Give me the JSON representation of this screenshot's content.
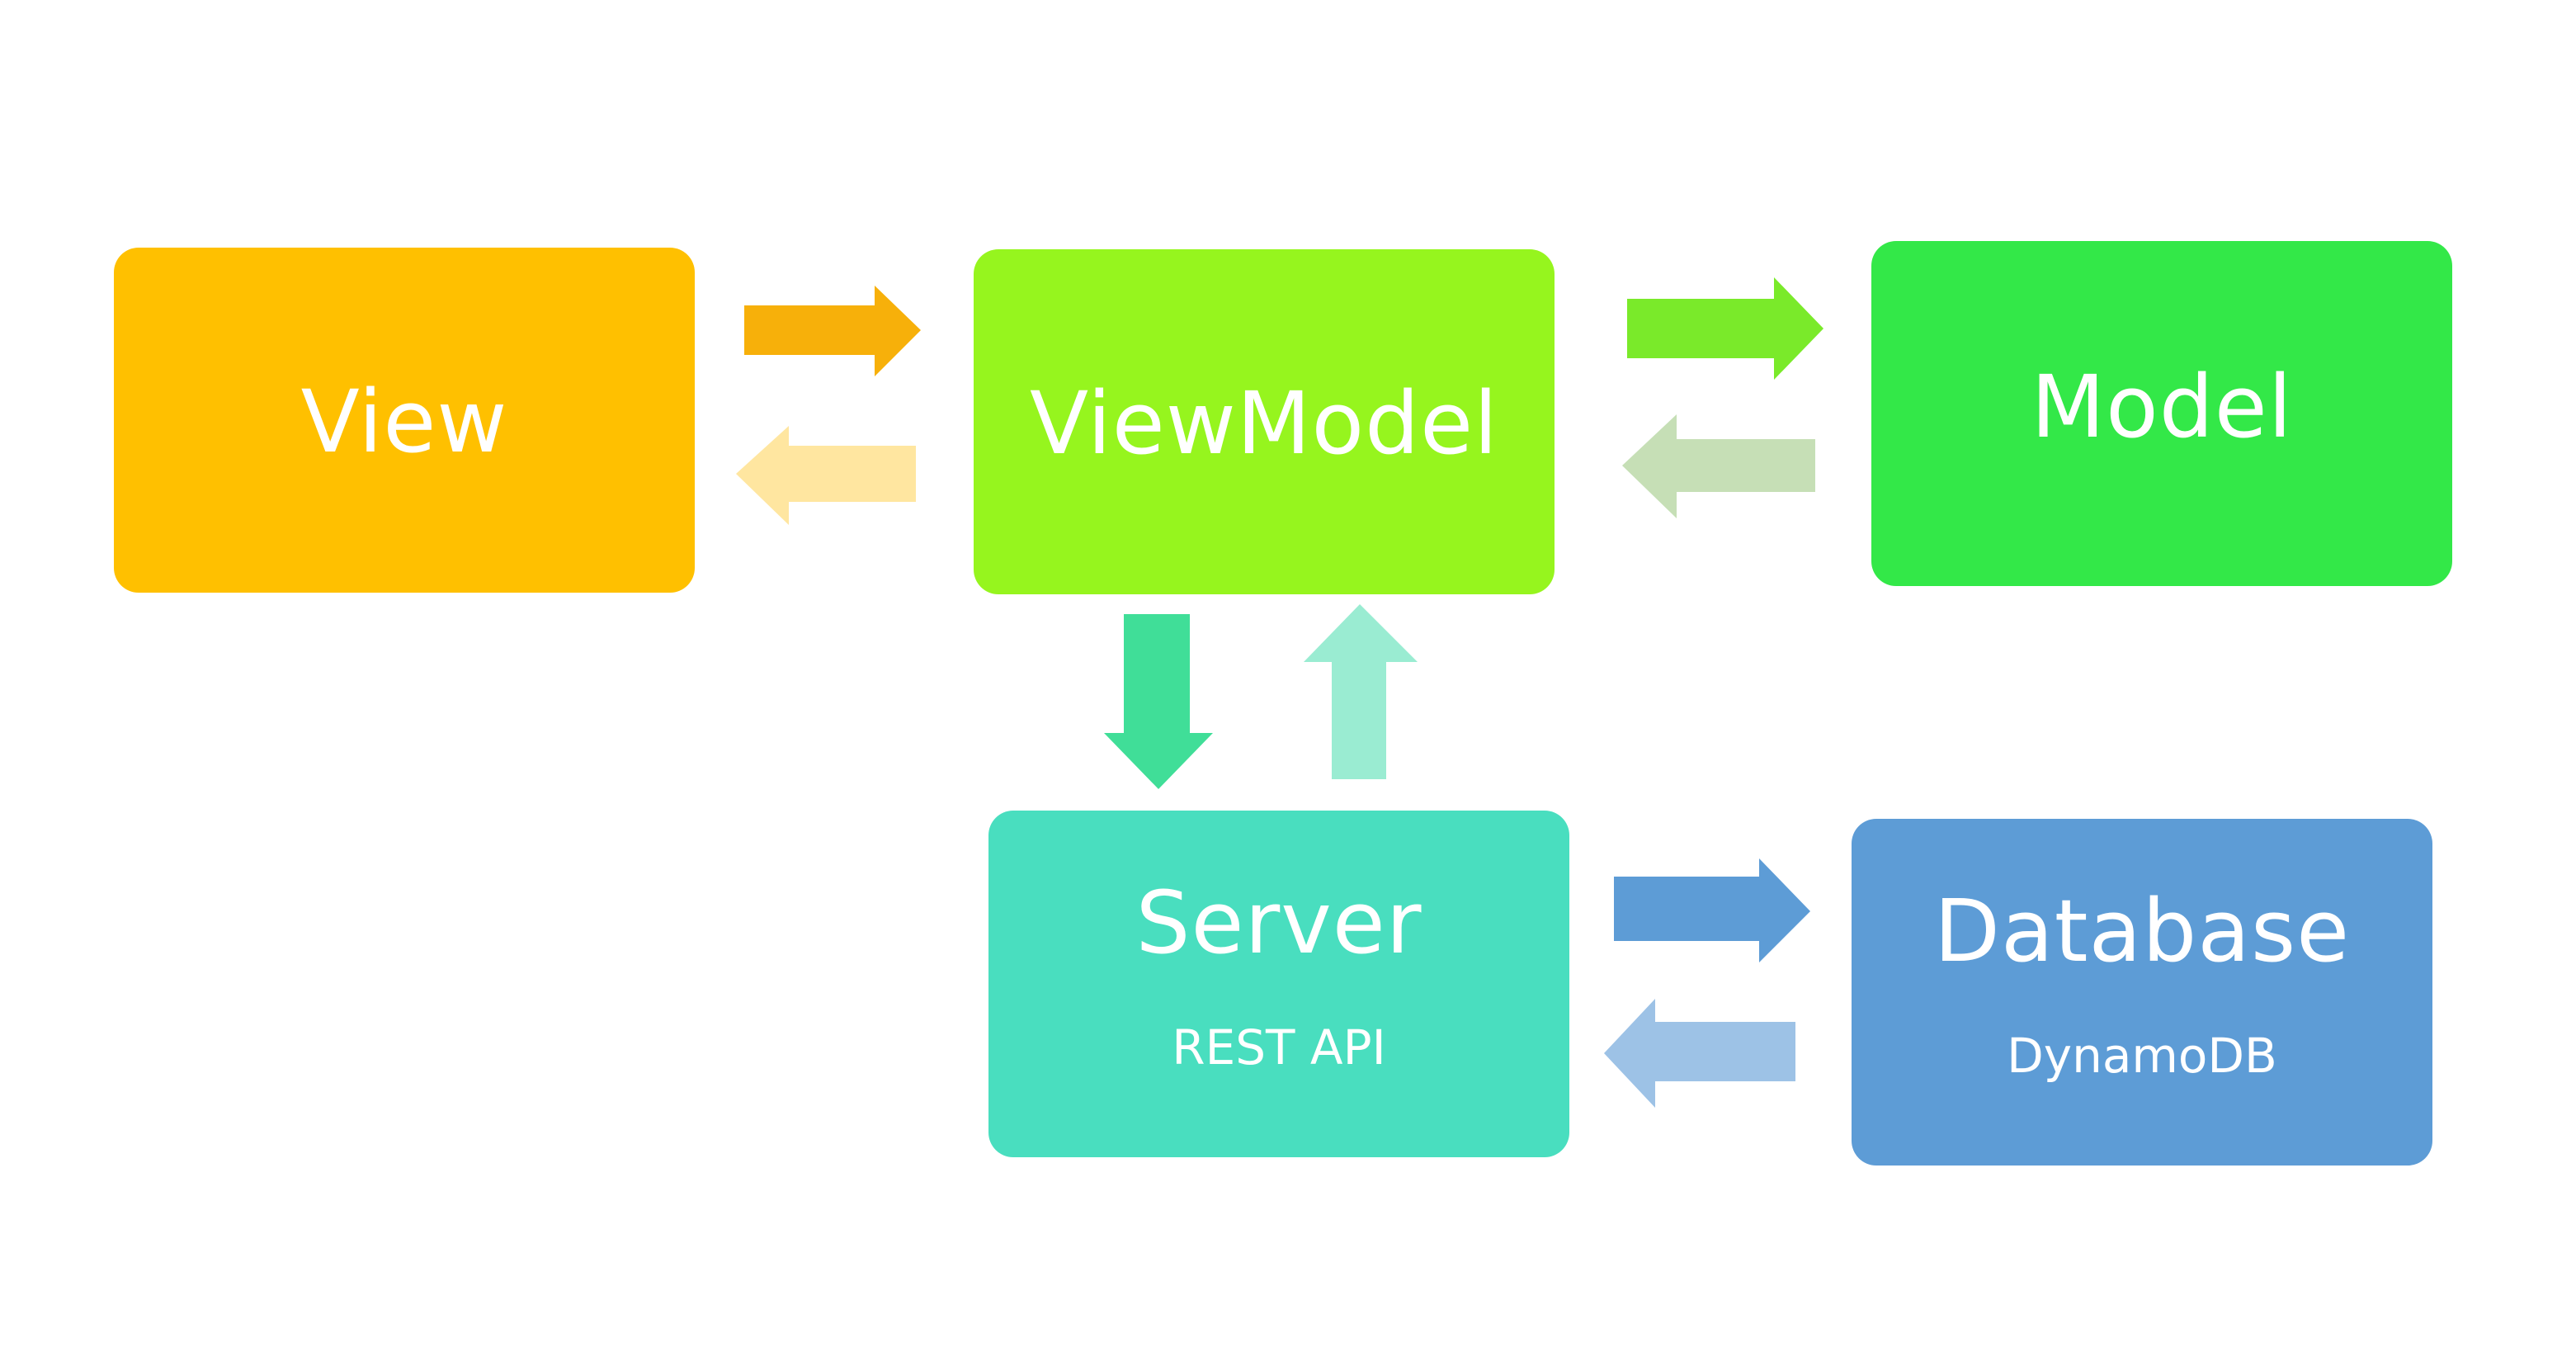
{
  "colors": {
    "view": "#FFC000",
    "viewmodel": "#96F51E",
    "model": "#33E848",
    "server": "#49DEBF",
    "database": "#5D9CD6",
    "arrow_view_forward": "#F7B00A",
    "arrow_view_back": "#FFE6A0",
    "arrow_model_forward": "#7AEA2A",
    "arrow_model_back": "#C6DFB6",
    "arrow_server_down": "#40DE98",
    "arrow_server_up": "#9AECD2",
    "arrow_db_forward": "#5D9CD6",
    "arrow_db_back": "#9DC2E6"
  },
  "nodes": {
    "view": {
      "title": "View"
    },
    "viewmodel": {
      "title": "ViewModel"
    },
    "model": {
      "title": "Model"
    },
    "server": {
      "title": "Server",
      "subtitle": "REST API"
    },
    "database": {
      "title": "Database",
      "subtitle": "DynamoDB"
    }
  }
}
